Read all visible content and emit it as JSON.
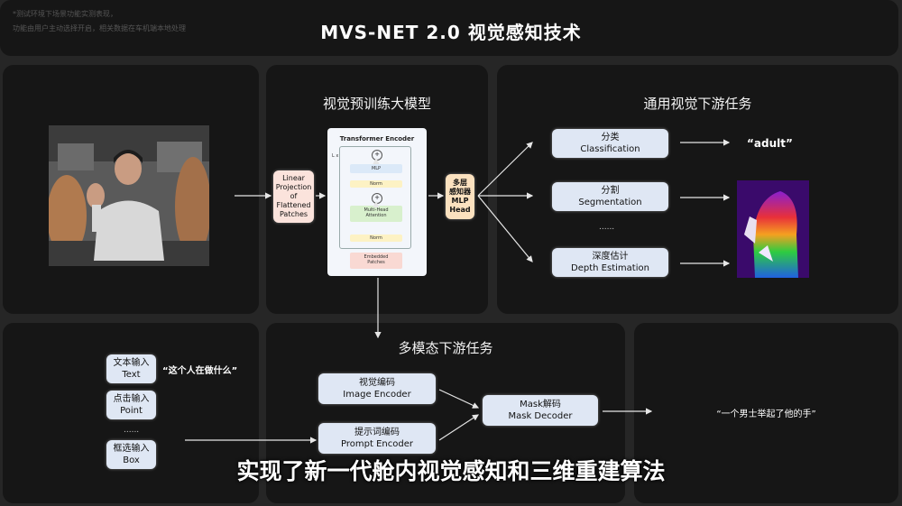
{
  "header": {
    "title": "MVS-NET 2.0 视觉感知技术",
    "notice_line1": "*测试环境下场景功能实测表现，",
    "notice_line2": "功能由用户主动选择开启，相关数据在车机端本地处理"
  },
  "pretrain": {
    "title": "视觉预训练大模型",
    "linear_projection": [
      "Linear",
      "Projection",
      "of",
      "Flattened",
      "Patches"
    ],
    "encoder_title": "Transformer Encoder",
    "encoder_lx": "L x",
    "mlp": "MLP",
    "norm_top": "Norm",
    "mha_line1": "Multi-Head",
    "mha_line2": "Attention",
    "norm_bottom": "Norm",
    "embedded_line1": "Embedded",
    "embedded_line2": "Patches",
    "mlp_head": [
      "多层",
      "感知器",
      "MLP",
      "Head"
    ],
    "plus": "+"
  },
  "vision_tasks": {
    "title": "通用视觉下游任务",
    "classification_cn": "分类",
    "classification_en": "Classification",
    "classification_result": "“adult”",
    "segmentation_cn": "分割",
    "segmentation_en": "Segmentation",
    "ellipsis": "......",
    "depth_cn": "深度估计",
    "depth_en": "Depth Estimation"
  },
  "multimodal": {
    "title": "多模态下游任务",
    "image_encoder_cn": "视觉编码",
    "image_encoder_en": "Image Encoder",
    "prompt_encoder_cn": "提示词编码",
    "prompt_encoder_en": "Prompt Encoder",
    "mask_decoder_cn": "Mask解码",
    "mask_decoder_en": "Mask Decoder",
    "output": "“一个男士举起了他的手”"
  },
  "inputs": {
    "text_cn": "文本输入",
    "text_en": "Text",
    "text_example": "“这个人在做什么”",
    "point_cn": "点击输入",
    "point_en": "Point",
    "ellipsis": "......",
    "box_cn": "框选输入",
    "box_en": "Box"
  },
  "subtitle": "实现了新一代舱内视觉感知和三维重建算法",
  "colors": {
    "panel": "#161616",
    "background": "#262626",
    "box": "#dfe7f4",
    "linear_projection_fill": "#fbe3dc",
    "mlp_head_fill": "#fbe1bf",
    "mlp_fill": "#dbe9f8",
    "norm_fill": "#fdf2c4",
    "attention_fill": "#d8f0cd",
    "embedded_fill": "#f9d9d3"
  }
}
